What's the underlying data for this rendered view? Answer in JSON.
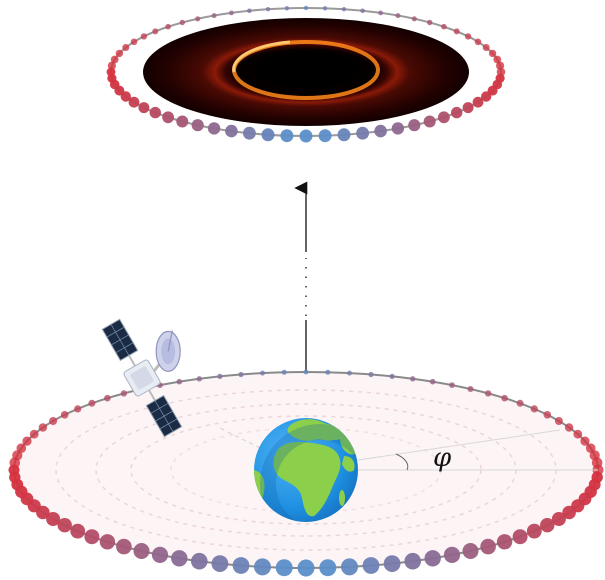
{
  "diagram": {
    "angle_label": "φ",
    "objects": {
      "black_hole": "black-hole-image",
      "earth": "earth-globe",
      "satellite": "satellite-with-dish",
      "arrow": "line-of-sight-arrow"
    },
    "colors": {
      "ring_red": "#d6323f",
      "ring_blue": "#5b8fc9",
      "ring_line": "#8a8a8a",
      "disk_fill": "#fdf4f6",
      "ocean": "#2196e8",
      "land": "#8bcf4a",
      "bh_glow": "#ff8a1a",
      "bh_dark": "#7a1208"
    }
  }
}
